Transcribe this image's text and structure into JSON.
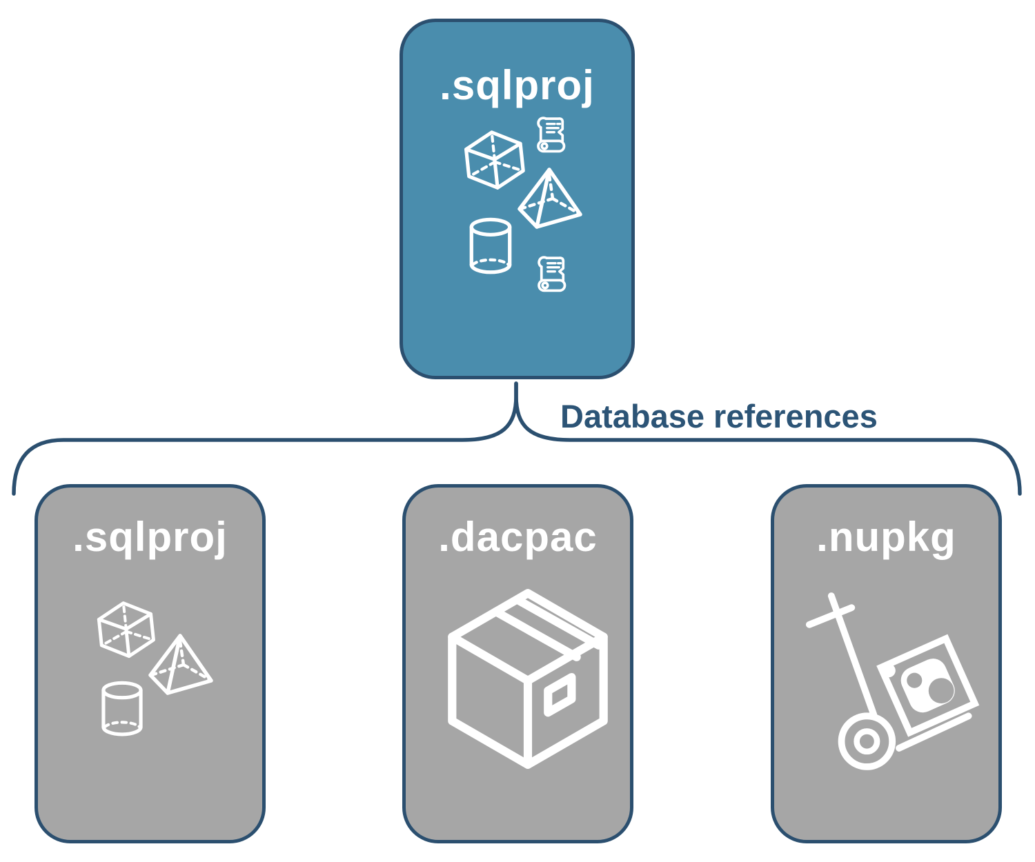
{
  "diagram": {
    "type": "tree",
    "edge_label": "Database references",
    "root": {
      "label": ".sqlproj",
      "fill_color": "#4a8dad",
      "icons": [
        "scroll-icon",
        "cube-icon",
        "pyramid-icon",
        "cylinder-icon",
        "scroll-icon"
      ]
    },
    "children": [
      {
        "label": ".sqlproj",
        "fill_color": "#a6a6a6",
        "icons": [
          "cube-icon",
          "pyramid-icon",
          "cylinder-icon"
        ]
      },
      {
        "label": ".dacpac",
        "fill_color": "#a6a6a6",
        "icons": [
          "package-box-icon"
        ]
      },
      {
        "label": ".nupkg",
        "fill_color": "#a6a6a6",
        "icons": [
          "hand-truck-nuget-icon"
        ]
      }
    ],
    "colors": {
      "line_and_border": "#2b4f6f",
      "edge_label_text": "#2c5476",
      "icon_stroke": "#ffffff",
      "title_text": "#ffffff",
      "background": "#ffffff"
    }
  }
}
